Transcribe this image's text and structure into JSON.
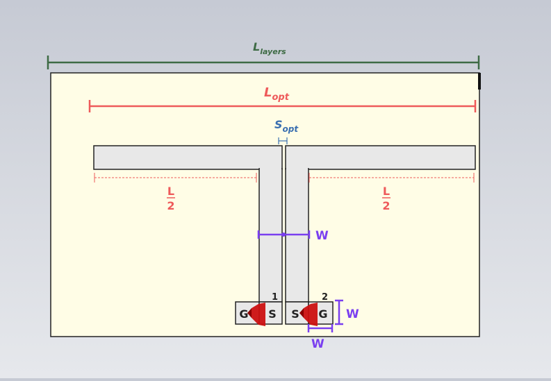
{
  "diagram": {
    "labels": {
      "l_layers_main": "L",
      "l_layers_sub": "layers",
      "l_opt_main": "L",
      "l_opt_sub": "opt",
      "s_opt_main": "S",
      "s_opt_sub": "opt",
      "half_left_num": "L",
      "half_left_den": "2",
      "half_right_num": "L",
      "half_right_den": "2",
      "w_arm": "W",
      "w_port_height": "W",
      "w_port_width": "W"
    },
    "ports": [
      {
        "number": "1",
        "left_pad": "G",
        "right_pad": "S"
      },
      {
        "number": "2",
        "left_pad": "S",
        "right_pad": "G"
      }
    ],
    "colors": {
      "background_top": "#c6cad4",
      "substrate": "#fffde6",
      "metal": "#e8e8e8",
      "l_layers": "#3e6b45",
      "l_opt": "#ee5a5a",
      "half_l": "#ee5a5a",
      "s_opt": "#3a6fb0",
      "w_dim": "#7a3ff0",
      "port_marker": "#cc1111"
    }
  }
}
